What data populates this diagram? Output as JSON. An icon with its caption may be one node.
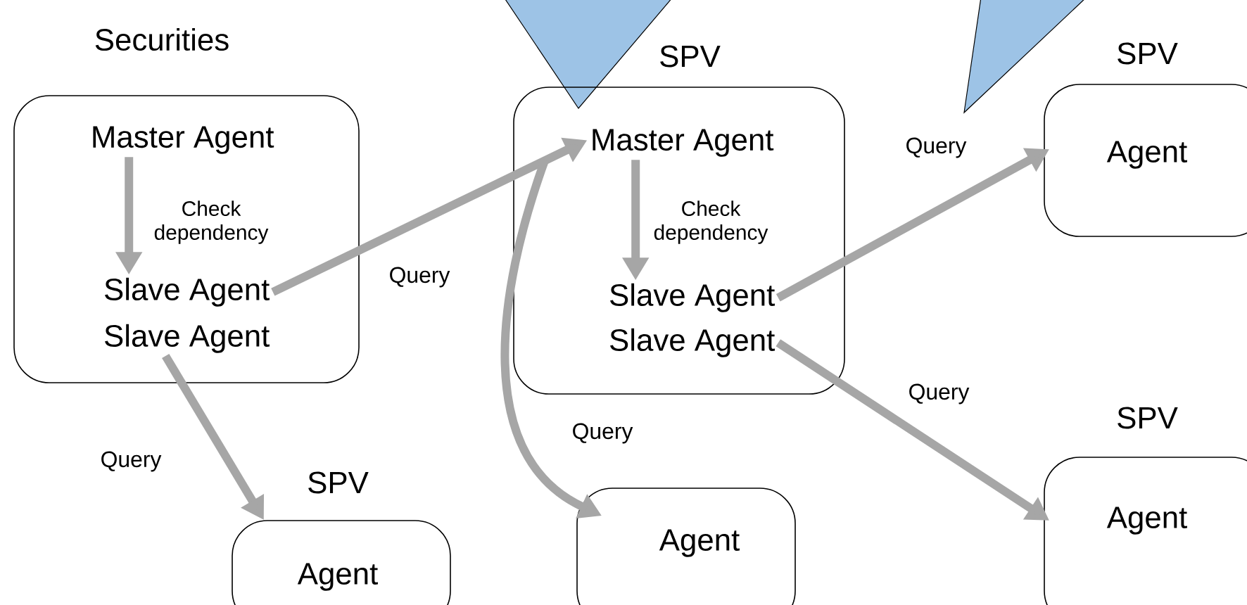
{
  "diagram": {
    "nodes": [
      {
        "text": [
          "Securities"
        ]
      },
      {
        "text": [
          "Master Agent"
        ],
        "in": 0
      },
      {
        "text": [
          "Slave Agent"
        ],
        "in": 0
      },
      {
        "text": [
          "Slave Agent"
        ],
        "in": 0
      },
      {
        "text": [
          "SPV"
        ]
      },
      {
        "text": [
          "Master Agent"
        ],
        "in": 4
      },
      {
        "text": [
          "Slave Agent"
        ],
        "in": 4
      },
      {
        "text": [
          "Slave Agent"
        ],
        "in": 4
      },
      {
        "text": [
          "SPV",
          "Agent"
        ]
      },
      {
        "text": [
          "SPV",
          "Agent"
        ]
      },
      {
        "text": [
          "SPV",
          "Agent"
        ]
      },
      {
        "text": [
          "Agent"
        ]
      },
      {
        "text": [],
        "shape": "triangle"
      },
      {
        "text": [],
        "shape": "triangle"
      }
    ],
    "edges": [
      {
        "from": 1,
        "to": 2,
        "arrow": "to",
        "label": "Check dependency"
      },
      {
        "from": 2,
        "to": 5,
        "arrow": "to",
        "label": "Query"
      },
      {
        "from": 3,
        "to": 10,
        "arrow": "to",
        "label": "Query"
      },
      {
        "from": 5,
        "to": 11,
        "arrow": "to",
        "label": "Query"
      },
      {
        "from": 5,
        "to": 6,
        "arrow": "to",
        "label": "Check dependency"
      },
      {
        "from": 6,
        "to": 8,
        "arrow": "to",
        "label": "Query"
      },
      {
        "from": 7,
        "to": 9,
        "arrow": "to",
        "label": "Query"
      }
    ]
  }
}
